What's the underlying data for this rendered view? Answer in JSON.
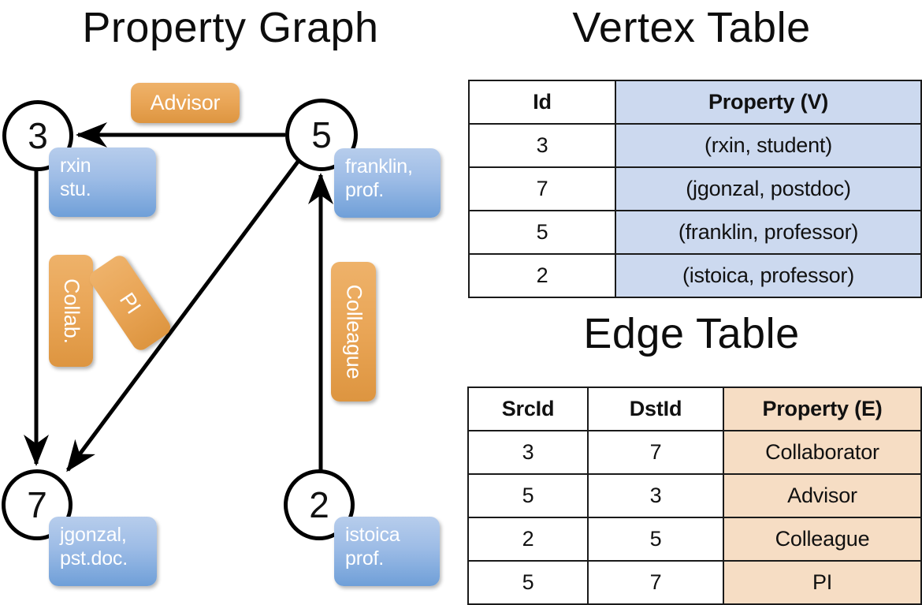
{
  "titles": {
    "property_graph": "Property Graph",
    "vertex_table": "Vertex Table",
    "edge_table": "Edge Table"
  },
  "graph": {
    "nodes": [
      {
        "id": "3",
        "name": "node-3",
        "property_line1": "rxin",
        "property_line2": "stu."
      },
      {
        "id": "5",
        "name": "node-5",
        "property_line1": "franklin,",
        "property_line2": "prof."
      },
      {
        "id": "7",
        "name": "node-7",
        "property_line1": "jgonzal,",
        "property_line2": "pst.doc."
      },
      {
        "id": "2",
        "name": "node-2",
        "property_line1": "istoica",
        "property_line2": "prof."
      }
    ],
    "edge_labels": [
      {
        "name": "edge-label-advisor",
        "text": "Advisor",
        "orientation": "horizontal"
      },
      {
        "name": "edge-label-collab",
        "text": "Collab.",
        "orientation": "vertical"
      },
      {
        "name": "edge-label-pi",
        "text": "PI",
        "orientation": "diagonal"
      },
      {
        "name": "edge-label-colleague",
        "text": "Colleague",
        "orientation": "vertical"
      }
    ],
    "edges": [
      {
        "src": "5",
        "dst": "3",
        "label": "Advisor"
      },
      {
        "src": "3",
        "dst": "7",
        "label": "Collab."
      },
      {
        "src": "5",
        "dst": "7",
        "label": "PI"
      },
      {
        "src": "2",
        "dst": "5",
        "label": "Colleague"
      }
    ]
  },
  "vertex_table": {
    "headers": [
      "Id",
      "Property (V)"
    ],
    "rows": [
      {
        "id": "3",
        "property": "(rxin, student)"
      },
      {
        "id": "7",
        "property": "(jgonzal, postdoc)"
      },
      {
        "id": "5",
        "property": "(franklin, professor)"
      },
      {
        "id": "2",
        "property": "(istoica, professor)"
      }
    ]
  },
  "edge_table": {
    "headers": [
      "SrcId",
      "DstId",
      "Property (E)"
    ],
    "rows": [
      {
        "src": "3",
        "dst": "7",
        "property": "Collaborator"
      },
      {
        "src": "5",
        "dst": "3",
        "property": "Advisor"
      },
      {
        "src": "2",
        "dst": "5",
        "property": "Colleague"
      },
      {
        "src": "5",
        "dst": "7",
        "property": "PI"
      }
    ]
  },
  "colors": {
    "vertex_fill": "#ccd9ef",
    "edge_fill": "#f6ddc4",
    "node_property_box": "#9dbce6",
    "edge_label_box": "#e9a556",
    "stroke": "#000000"
  }
}
